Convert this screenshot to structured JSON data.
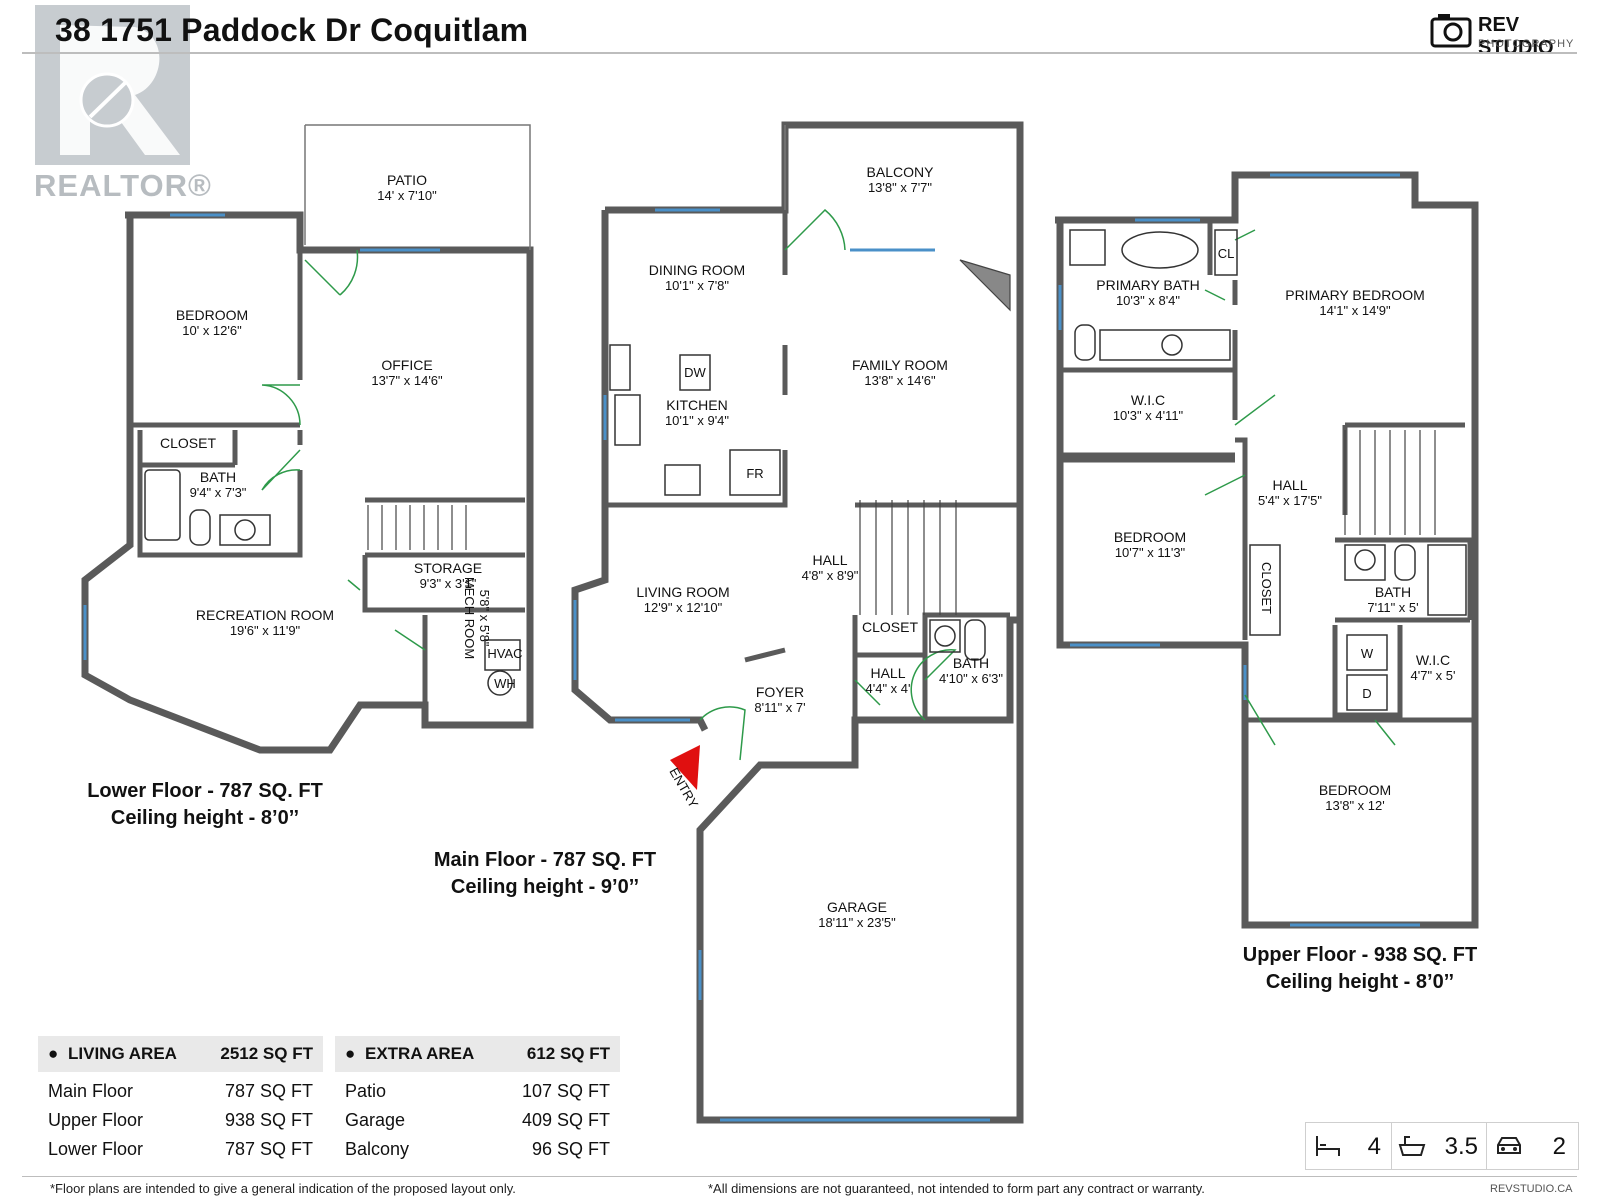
{
  "header": {
    "title": "38 1751 Paddock Dr Coquitlam",
    "brand_name": "REV STUDIO",
    "brand_sub": "PHOTOGRAPHY",
    "watermark": "REALTOR®"
  },
  "rooms": {
    "patio": {
      "name": "PATIO",
      "dim": "14' x 7'10\""
    },
    "lower_bedroom": {
      "name": "BEDROOM",
      "dim": "10' x 12'6\""
    },
    "office": {
      "name": "OFFICE",
      "dim": "13'7\" x 14'6\""
    },
    "lower_closet": {
      "name": "CLOSET"
    },
    "lower_bath": {
      "name": "BATH",
      "dim": "9'4\" x 7'3\""
    },
    "storage": {
      "name": "STORAGE",
      "dim": "9'3\" x 3'1\""
    },
    "recreation": {
      "name": "RECREATION ROOM",
      "dim": "19'6\" x 11'9\""
    },
    "mech": {
      "name": "MECH ROOM",
      "dim": "5'8\" x 5'8\""
    },
    "hvac": "HVAC",
    "wh": "WH",
    "balcony": {
      "name": "BALCONY",
      "dim": "13'8\" x 7'7\""
    },
    "dining": {
      "name": "DINING ROOM",
      "dim": "10'1\" x 7'8\""
    },
    "kitchen": {
      "name": "KITCHEN",
      "dim": "10'1\" x 9'4\""
    },
    "dw": "DW",
    "fr": "FR",
    "family": {
      "name": "FAMILY ROOM",
      "dim": "13'8\" x 14'6\""
    },
    "main_hall": {
      "name": "HALL",
      "dim": "4'8\" x 8'9\""
    },
    "living": {
      "name": "LIVING ROOM",
      "dim": "12'9\" x 12'10\""
    },
    "main_closet": {
      "name": "CLOSET"
    },
    "main_hall2": {
      "name": "HALL",
      "dim": "4'4\" x 4'"
    },
    "main_bath": {
      "name": "BATH",
      "dim": "4'10\" x 6'3\""
    },
    "foyer": {
      "name": "FOYER",
      "dim": "8'11\" x 7'"
    },
    "entry": "ENTRY",
    "garage": {
      "name": "GARAGE",
      "dim": "18'11\" x 23'5\""
    },
    "primary_bath": {
      "name": "PRIMARY BATH",
      "dim": "10'3\" x 8'4\""
    },
    "cl": "CL",
    "primary_bedroom": {
      "name": "PRIMARY BEDROOM",
      "dim": "14'1\" x 14'9\""
    },
    "wic1": {
      "name": "W.I.C",
      "dim": "10'3\" x 4'11\""
    },
    "upper_hall": {
      "name": "HALL",
      "dim": "5'4\" x 17'5\""
    },
    "upper_bedroom1": {
      "name": "BEDROOM",
      "dim": "10'7\" x 11'3\""
    },
    "upper_closet": "CLOSET",
    "upper_bath": {
      "name": "BATH",
      "dim": "7'11\" x 5'"
    },
    "w": "W",
    "d": "D",
    "wic2": {
      "name": "W.I.C",
      "dim": "4'7\" x 5'"
    },
    "upper_bedroom2": {
      "name": "BEDROOM",
      "dim": "13'8\" x 12'"
    }
  },
  "floors": {
    "lower": {
      "line1": "Lower Floor - 787 SQ. FT",
      "line2": "Ceiling height - 8’0’’"
    },
    "main": {
      "line1": "Main Floor - 787 SQ. FT",
      "line2": "Ceiling height - 9’0’’"
    },
    "upper": {
      "line1": "Upper Floor - 938 SQ. FT",
      "line2": "Ceiling height - 8’0’’"
    }
  },
  "living_area": {
    "label": "LIVING AREA",
    "total": "2512 SQ FT",
    "rows": [
      {
        "name": "Main Floor",
        "value": "787 SQ FT"
      },
      {
        "name": "Upper Floor",
        "value": "938 SQ FT"
      },
      {
        "name": "Lower Floor",
        "value": "787 SQ FT"
      }
    ]
  },
  "extra_area": {
    "label": "EXTRA AREA",
    "total": "612 SQ FT",
    "rows": [
      {
        "name": "Patio",
        "value": "107 SQ FT"
      },
      {
        "name": "Garage",
        "value": "409 SQ FT"
      },
      {
        "name": "Balcony",
        "value": "96 SQ FT"
      }
    ]
  },
  "summary": {
    "beds": "4",
    "baths": "3.5",
    "garage": "2"
  },
  "footer": {
    "left": "*Floor plans are intended to give a general indication of the proposed layout only.",
    "center": "*All dimensions are not guaranteed, not intended to form part any contract or warranty.",
    "right": "REVSTUDIO.CA"
  },
  "colors": {
    "wall": "#5a5a5a",
    "window": "#4a90c8",
    "door": "#2e9a4a",
    "entry": "#e01010"
  }
}
